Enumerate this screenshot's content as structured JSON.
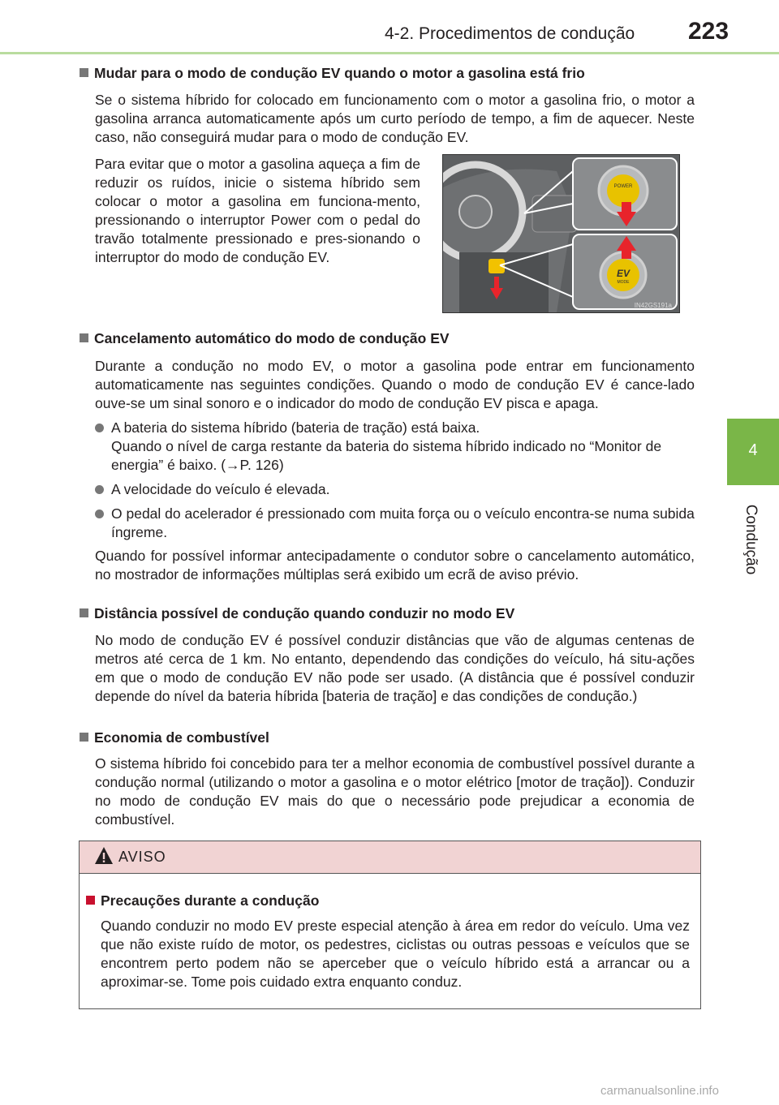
{
  "header": {
    "section_title": "4-2. Procedimentos de condução",
    "page_number": "223"
  },
  "side_tab": {
    "chapter_number": "4",
    "chapter_label": "Condução"
  },
  "sections": [
    {
      "heading": "Mudar para o modo de condução EV quando o motor a gasolina está frio",
      "paragraphs": [
        "Se o sistema híbrido for colocado em funcionamento com o motor a gasolina frio, o motor a gasolina arranca automaticamente após um curto período de tempo, a fim de aquecer. Neste caso, não conseguirá mudar para o modo de condução EV.",
        "Para evitar que o motor a gasolina aqueça a fim de reduzir os ruídos, inicie o sistema híbrido sem colocar o motor a gasolina em funciona-mento, pressionando o interruptor Power com o pedal do travão totalmente pressionado e pres-sionando o interruptor do modo de condução EV."
      ]
    },
    {
      "heading": "Cancelamento automático do modo de condução EV",
      "intro": "Durante a condução no modo EV, o motor a gasolina pode entrar em funcionamento automaticamente nas seguintes condições.  Quando o modo de condução EV é cance-lado ouve-se um sinal sonoro e o indicador do modo de condução EV pisca e apaga.",
      "bullets": [
        {
          "line1": "A bateria do sistema híbrido (bateria de tração) está baixa.",
          "line2": "Quando o nível de carga restante da bateria do sistema híbrido indicado no “Monitor de energia” é baixo. (→P. 126)"
        },
        {
          "line1": "A velocidade do veículo é elevada."
        },
        {
          "line1": "O pedal do acelerador é pressionado com muita força ou o veículo encontra-se numa subida íngreme."
        }
      ],
      "outro": "Quando for possível informar antecipadamente o condutor sobre o cancelamento automático, no mostrador de informações múltiplas será exibido um ecrã de aviso prévio."
    },
    {
      "heading": "Distância possível de condução quando conduzir no modo EV",
      "paragraph": "No modo de condução EV é possível conduzir distâncias que vão de algumas centenas de metros até cerca de 1 km. No entanto, dependendo das condições do veículo, há situ-ações em que o modo de condução EV não pode ser usado. (A distância que é possível conduzir depende do nível da bateria híbrida [bateria de tração] e das condições de condução.)"
    },
    {
      "heading": "Economia de combustível",
      "paragraph": "O sistema híbrido foi concebido para ter a melhor economia de combustível possível durante a condução normal (utilizando o motor a gasolina e o motor elétrico [motor de tração]). Conduzir no modo de condução EV mais do que o necessário pode prejudicar a economia de combustível."
    }
  ],
  "figure": {
    "power_label": "POWER",
    "ev_label": "EV",
    "mode_label": "MODE",
    "code": "IN42GS191a"
  },
  "warning": {
    "title": "AVISO",
    "heading": "Precauções durante a condução",
    "paragraph": "Quando conduzir no modo EV preste especial atenção à área em redor do veículo. Uma vez que não existe ruído de motor, os pedestres, ciclistas ou outras pessoas e veículos que se encontrem perto podem não se aperceber que o veículo híbrido está a arrancar ou a aproximar-se. Tome pois cuidado extra enquanto conduz."
  },
  "watermark": "carmanualsonline.info",
  "colors": {
    "accent_green": "#7ab648",
    "header_line": "#b9dc9f",
    "warning_bg": "#f1d3d3",
    "warning_red": "#c8102e"
  }
}
